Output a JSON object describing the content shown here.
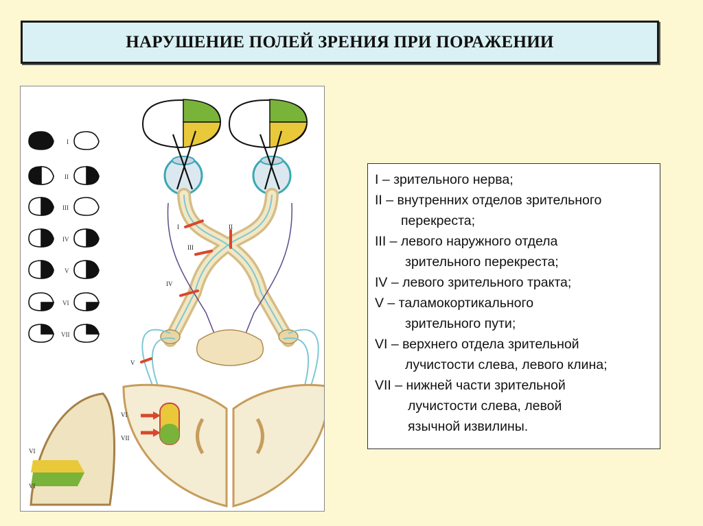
{
  "title": "НАРУШЕНИЕ ПОЛЕЙ ЗРЕНИЯ ПРИ ПОРАЖЕНИИ",
  "figure": {
    "roman_labels": [
      "I",
      "II",
      "III",
      "IV",
      "V",
      "VI",
      "VII"
    ],
    "lesion_labels": [
      "I",
      "II",
      "III",
      "IV",
      "V",
      "VI",
      "VII"
    ],
    "cortex_labels": [
      "VI",
      "VI"
    ],
    "colors": {
      "upper_quadrant": "#7ab33a",
      "lower_quadrant": "#e9c93a",
      "pathway": "#bfe3e6",
      "tract_fill": "#e8d6a4",
      "lesion": "#d9472b"
    }
  },
  "legend": {
    "items": [
      {
        "line1": "I – зрительного нерва;",
        "line2": ""
      },
      {
        "line1": "II – внутренних отделов зрительного",
        "line2": "перекреста;"
      },
      {
        "line1": "III – левого наружного отдела",
        "line2": "зрительного перекреста;"
      },
      {
        "line1": "IV – левого зрительного тракта;",
        "line2": ""
      },
      {
        "line1": "V – таламокортикального",
        "line2": "зрительного пути;"
      },
      {
        "line1": "VI – верхнего отдела зрительной",
        "line2": "лучистости слева, левого клина;"
      },
      {
        "line1": "VII – нижней части зрительной",
        "line2": "лучистости слева, левой"
      },
      {
        "line1": "",
        "line2": "язычной извилины."
      }
    ]
  }
}
